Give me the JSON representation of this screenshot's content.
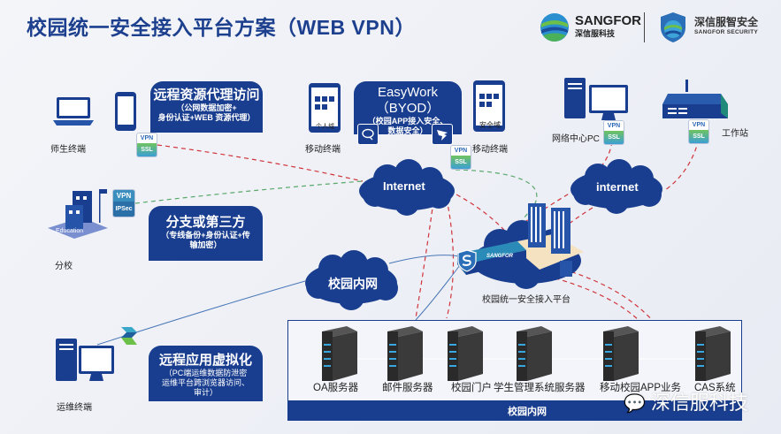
{
  "title": "校园统一安全接入平台方案（WEB VPN）",
  "logos": {
    "sangfor": {
      "name": "SANGFOR",
      "sub": "深信服科技"
    },
    "security": {
      "name": "深信服智安全",
      "sub": "SANGFOR SECURITY"
    }
  },
  "colors": {
    "primary": "#1a3e8f",
    "title": "#1c3f8e",
    "red_link": "#d0343a",
    "green_link": "#5aa86a",
    "blue_link": "#4a78b8",
    "server": "#3a3a3a"
  },
  "boxes": {
    "remote_proxy": {
      "title": "远程资源代理访问",
      "line1": "（公网数据加密+",
      "line2": "身份认证+WEB 资源代理）"
    },
    "easywork": {
      "title": "EasyWork",
      "title2": "（BYOD）",
      "line1": "（校园APP接入安全、",
      "line2": "数据安全）"
    },
    "branch": {
      "title": "分支或第三方",
      "line1": "（专线备份+身份认证+传",
      "line2": "输加密）"
    },
    "virtualization": {
      "title": "远程应用虚拟化",
      "line1": "（PC端运维数据防泄密",
      "line2": "运维平台跨浏览器访问、",
      "line3": "审计）"
    }
  },
  "endpoints": {
    "teacher_student": "师生终端",
    "mobile_left": "移动终端",
    "mobile_right": "移动终端",
    "personal_domain": "个人域",
    "secure_domain": "安全域",
    "network_center_pc": "网络中心PC",
    "workstation": "工作站",
    "branch_school": "分校",
    "education": "Education",
    "ops_terminal": "运维终端"
  },
  "badges": {
    "ssl": {
      "top": "VPN",
      "bottom": "SSL"
    },
    "ipsec": {
      "top": "VPN",
      "bottom": "IPSec"
    }
  },
  "clouds": {
    "internet_left": "Internet",
    "internet_right": "internet",
    "campus_intranet": "校园内网"
  },
  "platform": {
    "label": "校园统一安全接入平台",
    "device_brand": "SANGFOR"
  },
  "campus": {
    "bar_label": "校园内网",
    "servers": [
      {
        "label": "OA服务器"
      },
      {
        "label": "邮件服务器"
      },
      {
        "label": "校园门户"
      },
      {
        "label": "学生管理系统服务器"
      },
      {
        "label": "移动校园APP业务"
      },
      {
        "label": "CAS系统"
      }
    ]
  },
  "watermark": "深信服科技"
}
